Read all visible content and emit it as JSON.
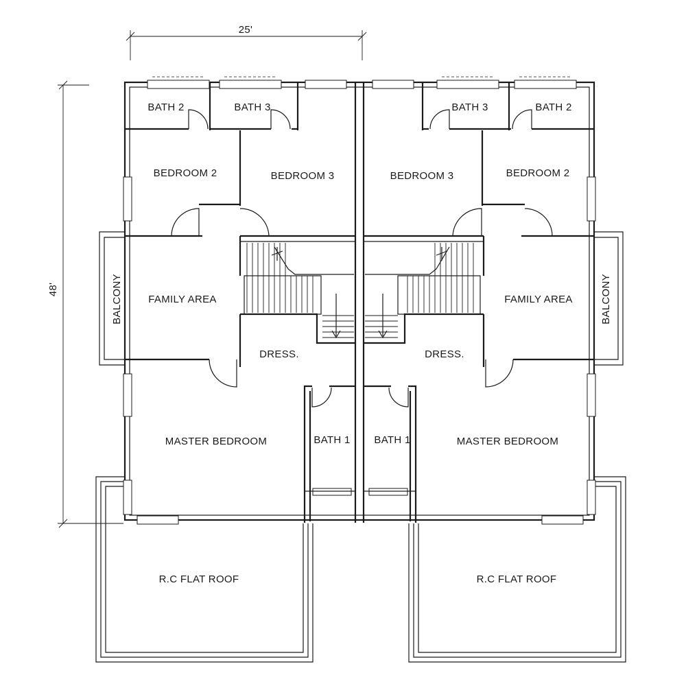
{
  "dimensions": {
    "width_label": "25'",
    "depth_label": "48'"
  },
  "left_unit": {
    "bath_2": "BATH 2",
    "bath_3": "BATH 3",
    "bedroom_2": "BEDROOM 2",
    "bedroom_3": "BEDROOM 3",
    "balcony": "BALCONY",
    "family_area": "FAMILY AREA",
    "dress": "DRESS.",
    "master_bedroom": "MASTER BEDROOM",
    "bath_1": "BATH 1",
    "flat_roof": "R.C FLAT ROOF"
  },
  "right_unit": {
    "bath_3": "BATH 3",
    "bath_2": "BATH 2",
    "bedroom_3": "BEDROOM 3",
    "bedroom_2": "BEDROOM 2",
    "family_area": "FAMILY AREA",
    "balcony": "BALCONY",
    "dress": "DRESS.",
    "bath_1": "BATH 1",
    "master_bedroom": "MASTER BEDROOM",
    "flat_roof": "R.C FLAT ROOF"
  }
}
